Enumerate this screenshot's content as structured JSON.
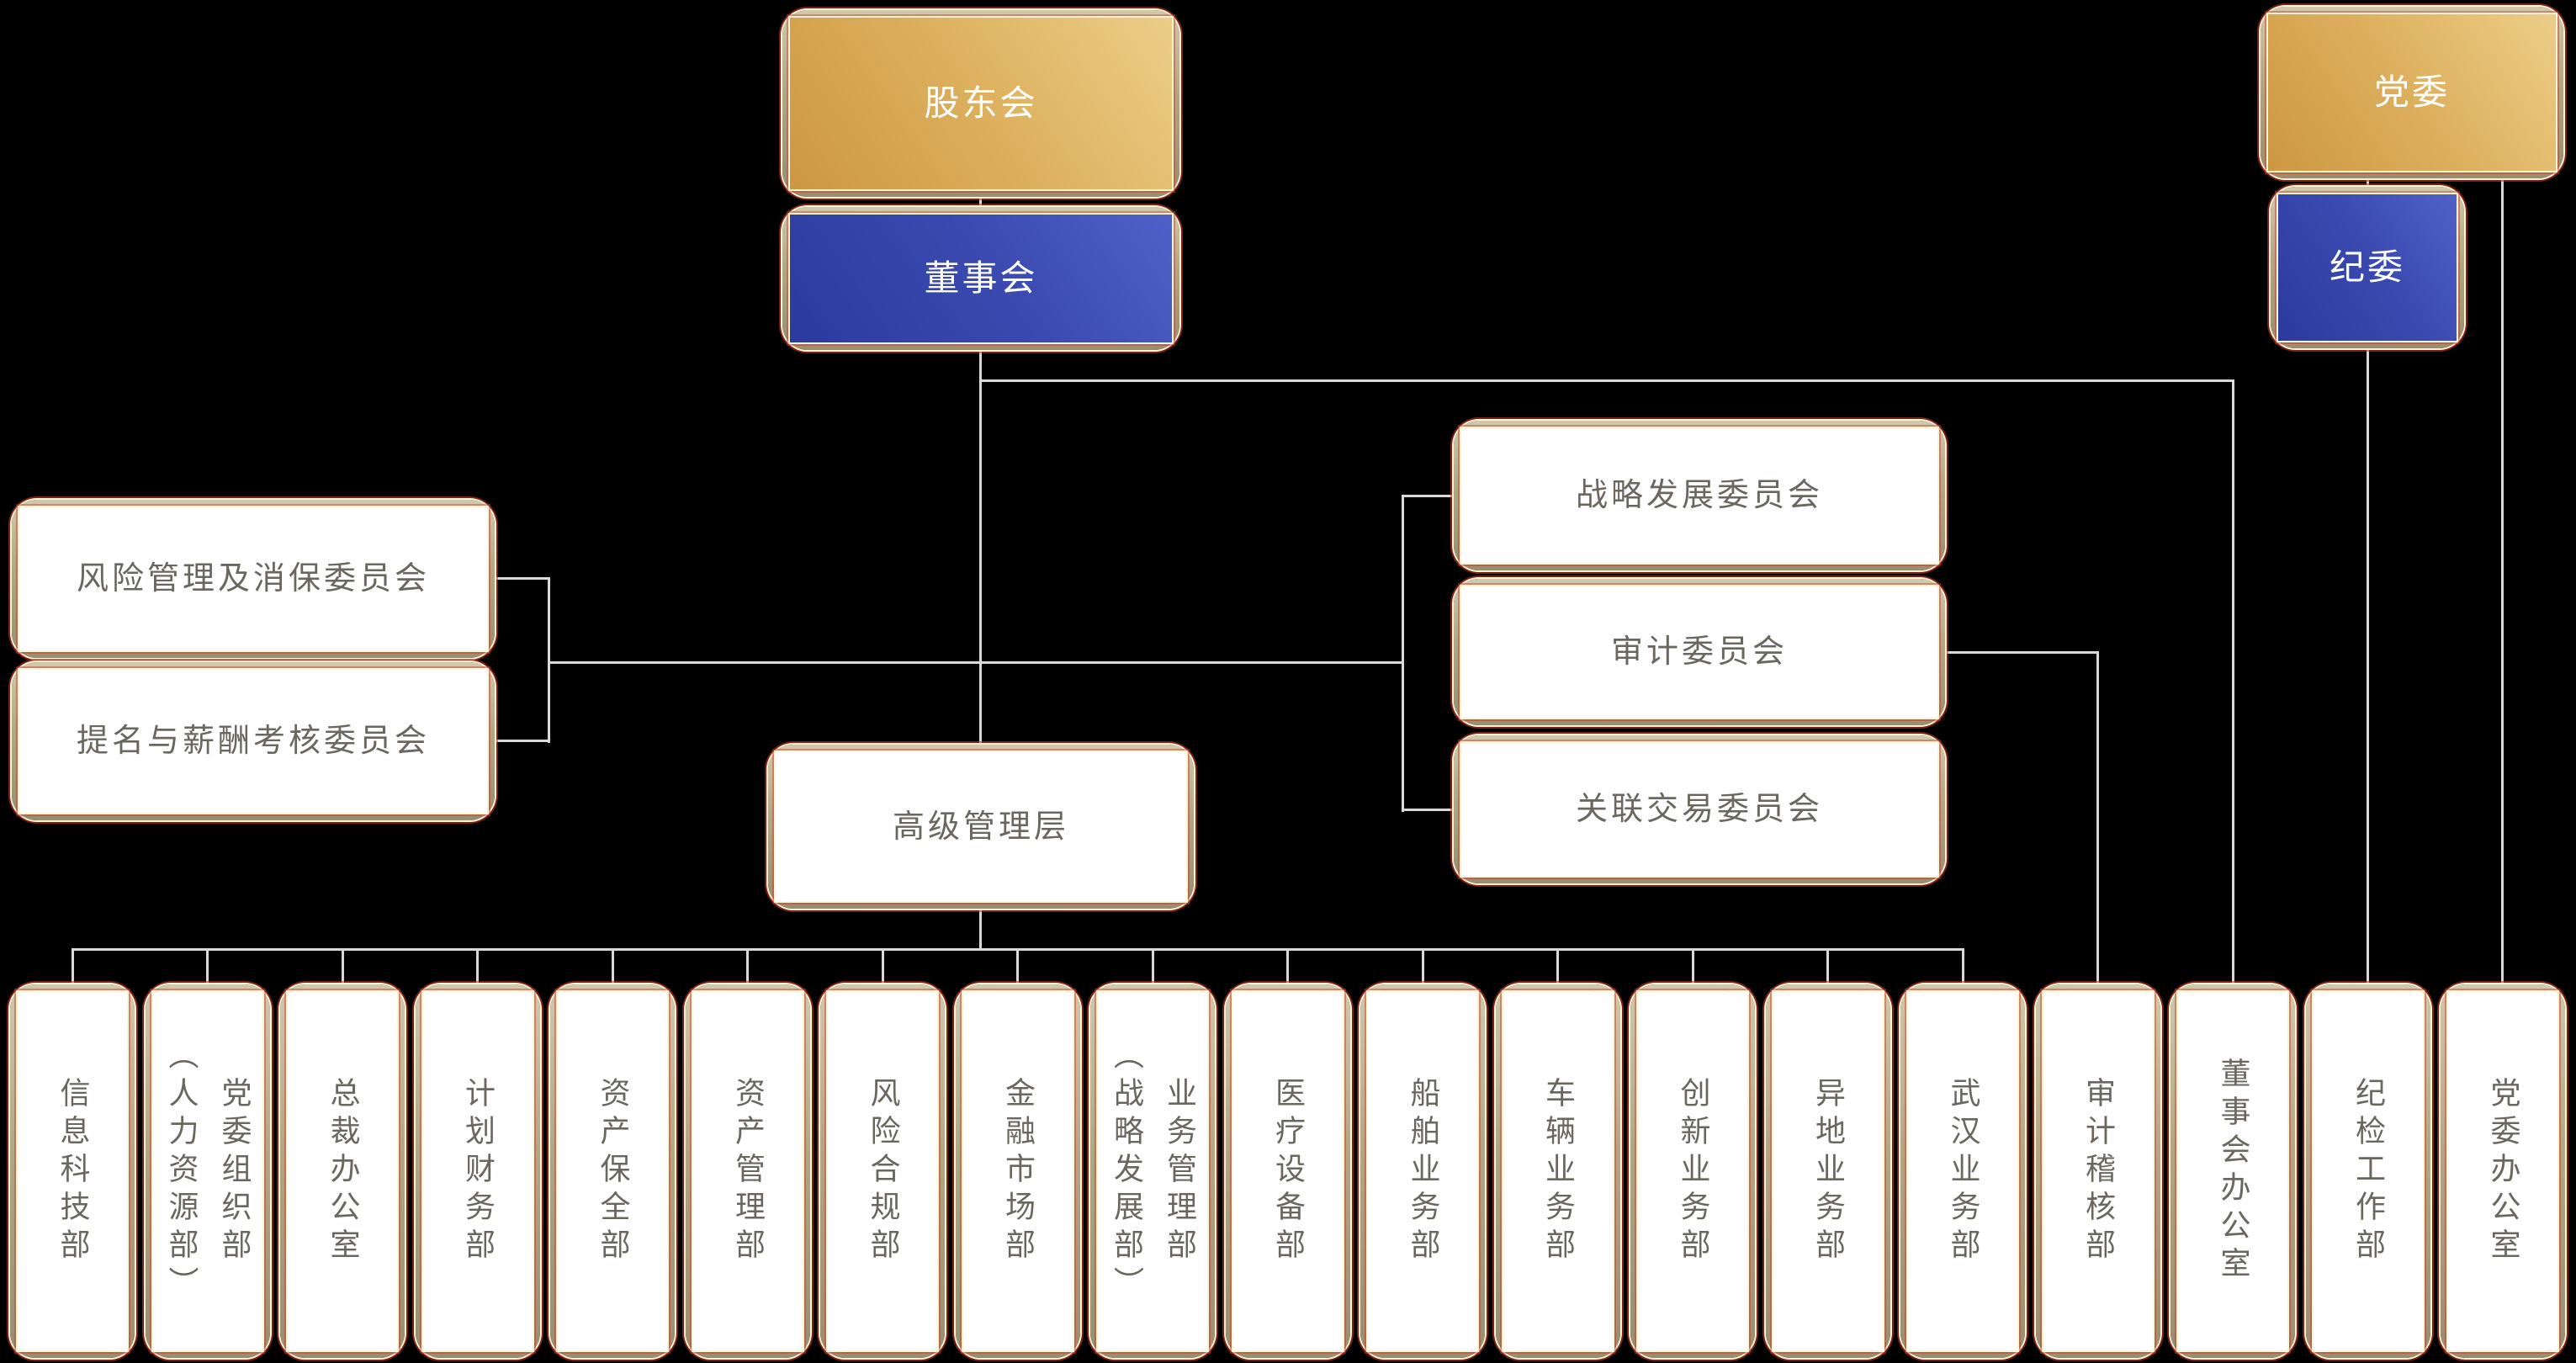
{
  "org_chart": {
    "top_nodes": {
      "shareholders": "股东会",
      "board": "董事会",
      "party_committee": "党委",
      "discipline_committee": "纪委"
    },
    "board_committees_left": [
      "风险管理及消保委员会",
      "提名与薪酬考核委员会"
    ],
    "board_committees_right": [
      "战略发展委员会",
      "审计委员会",
      "关联交易委员会"
    ],
    "senior_management": "高级管理层",
    "departments": [
      "信息科技部",
      "党委组织部\n（人力资源部）",
      "总裁办公室",
      "计划财务部",
      "资产保全部",
      "资产管理部",
      "风险合规部",
      "金融市场部",
      "业务管理部\n（战略发展部）",
      "医疗设备部",
      "船舶业务部",
      "车辆业务部",
      "创新业务部",
      "异地业务部",
      "武汉业务部",
      "审计稽核部",
      "董事会办公室",
      "纪检工作部",
      "党委办公室"
    ],
    "colors": {
      "background": "#000000",
      "gold_gradient_start": "#cd9742",
      "gold_gradient_end": "#ecce88",
      "blue_gradient_start": "#2b3a9d",
      "blue_gradient_end": "#4f61c8",
      "frame_tan": "#b3a685",
      "frame_cream": "#fdf4d4",
      "frame_red": "#c9372b",
      "connector_gray": "#d9d9d9",
      "text_gray": "#6b675f",
      "text_white": "#ffffff"
    }
  }
}
